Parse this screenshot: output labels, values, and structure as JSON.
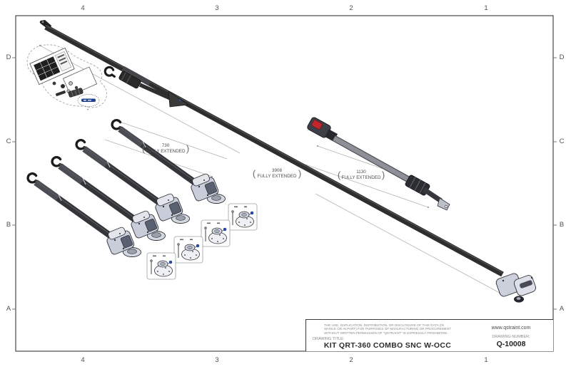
{
  "zones": {
    "cols": [
      "4",
      "3",
      "2",
      "1"
    ],
    "rows": [
      "D",
      "C",
      "B",
      "A"
    ]
  },
  "dimensions": {
    "strap": {
      "value": "730",
      "note": "FULLY EXTENDED"
    },
    "main": {
      "value": "3908",
      "note": "FULLY EXTENDED"
    },
    "belt": {
      "value": "1130",
      "note": "FULLY EXTENDED"
    }
  },
  "punct": {
    "open": "(",
    "close": ")"
  },
  "title_block": {
    "legal_lines": [
      "THE USE, DUPLICATION, DISTRIBUTION, OR DISCLOSURE OF THIS DATA (IN",
      "WHOLE OR IN PART) FOR PURPOSES OF MANUFACTURING OR PROCUREMENT",
      "WITHOUT WRITTEN PERMISSION OF \"QSTRAINT\" IS EXPRESSLY PROHIBITED."
    ],
    "drawing_title_label": "DRAWING TITLE:",
    "drawing_title": "KIT QRT-360 COMBO SNC W-OCC",
    "website": "www.qstraint.com",
    "drawing_number_label": "DRAWING NUMBER:",
    "drawing_number": "Q-10008"
  },
  "colors": {
    "strap_dark": "#2f2f2f",
    "belt_gray": "#8d9096",
    "retractor_light": "#c9cdd9",
    "button_red": "#c1272d",
    "pin_blue": "#2a4db5",
    "frame": "#3a3a3a",
    "dim_line": "#b3b3b3"
  }
}
